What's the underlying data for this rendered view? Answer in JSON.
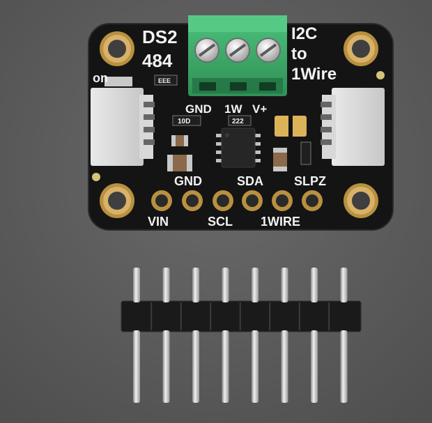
{
  "photo": {
    "background_color": "#5c5c5c",
    "pcb_color": "#141414",
    "terminal_color": "#3dae6a",
    "pad_color": "#c9a15a",
    "silk_color": "#f2f2f2"
  },
  "board": {
    "name_line1": "DS2",
    "name_line2": "484",
    "function_line1": "I2C",
    "function_line2": "to",
    "function_line3": "1Wire",
    "on_label": "on",
    "terminal_labels": [
      "GND",
      "1W",
      "V+"
    ],
    "top_pin_labels": [
      "GND",
      "SDA",
      "SLPZ"
    ],
    "bottom_pin_labels": [
      "VIN",
      "SCL",
      "1WIRE"
    ],
    "chip_marking": "222",
    "component_marks": [
      "10D",
      "EEE"
    ]
  },
  "header": {
    "pin_count": 8
  }
}
